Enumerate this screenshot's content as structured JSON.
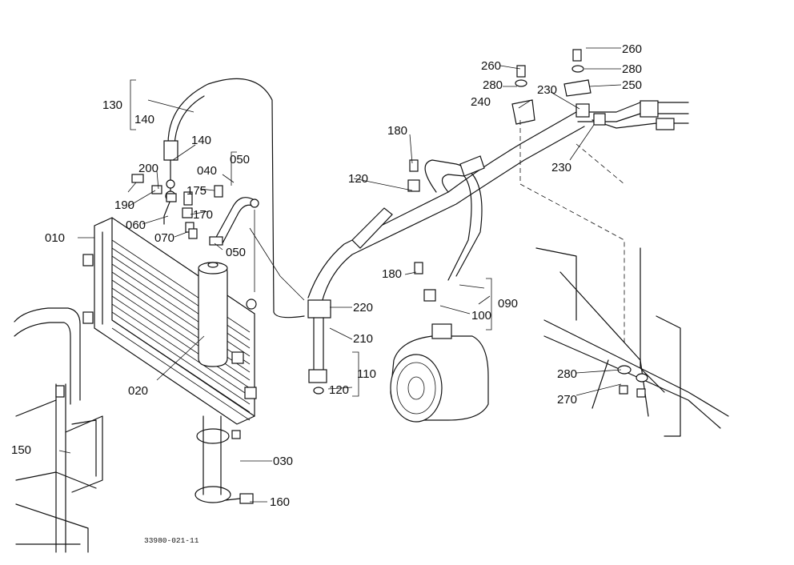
{
  "callouts": {
    "c010": "010",
    "c020": "020",
    "c030": "030",
    "c040": "040",
    "c050a": "050",
    "c050b": "050",
    "c060": "060",
    "c070": "070",
    "c090": "090",
    "c100": "100",
    "c110": "110",
    "c120a": "120",
    "c120b": "120",
    "c130": "130",
    "c140a": "140",
    "c140b": "140",
    "c150": "150",
    "c160": "160",
    "c170": "170",
    "c175": "175",
    "c180a": "180",
    "c180b": "180",
    "c190": "190",
    "c200": "200",
    "c210": "210",
    "c220": "220",
    "c230a": "230",
    "c230b": "230",
    "c240": "240",
    "c250": "250",
    "c260a": "260",
    "c260b": "260",
    "c270": "270",
    "c280a": "280",
    "c280b": "280",
    "c280c": "280"
  },
  "drawing_code": "33980-021-11"
}
